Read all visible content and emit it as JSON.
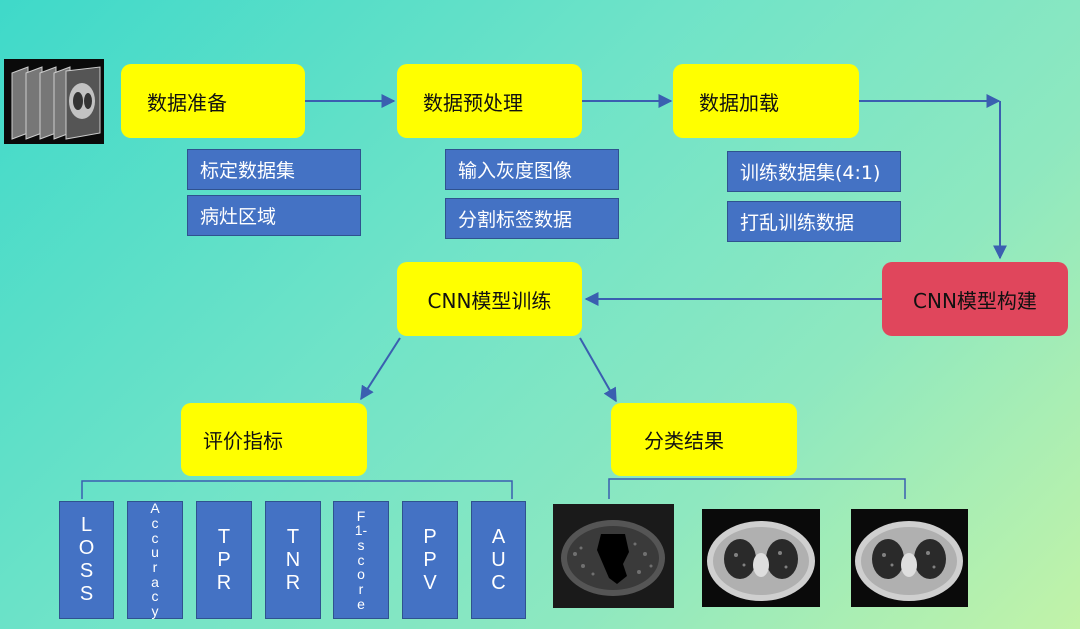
{
  "nodes": {
    "data_prep": "数据准备",
    "preprocess": "数据预处理",
    "loading": "数据加载",
    "cnn_build": "CNN模型构建",
    "cnn_train": "CNN模型训练",
    "eval_metrics": "评价指标",
    "class_results": "分类结果"
  },
  "sub_boxes": {
    "prep": [
      "标定数据集",
      "病灶区域"
    ],
    "preprocess": [
      "输入灰度图像",
      "分割标签数据"
    ],
    "loading": [
      "训练数据集(4:1)",
      "打乱训练数据"
    ]
  },
  "metrics": [
    {
      "label": "LOSS",
      "chars": [
        "L",
        "O",
        "S",
        "S"
      ],
      "size": 20
    },
    {
      "label": "Accuracy",
      "chars": [
        "A",
        "c",
        "c",
        "u",
        "r",
        "a",
        "c",
        "y"
      ],
      "size": 14
    },
    {
      "label": "TPR",
      "chars": [
        "T",
        "P",
        "R"
      ],
      "size": 20
    },
    {
      "label": "TNR",
      "chars": [
        "T",
        "N",
        "R"
      ],
      "size": 20
    },
    {
      "label": "F1-score",
      "chars": [
        "F",
        "1-",
        "s",
        "c",
        "o",
        "r",
        "e"
      ],
      "size": 14
    },
    {
      "label": "PPV",
      "chars": [
        "P",
        "P",
        "V"
      ],
      "size": 20
    },
    {
      "label": "AUC",
      "chars": [
        "A",
        "U",
        "C"
      ],
      "size": 20
    }
  ],
  "colors": {
    "yellow": "#ffff00",
    "red": "#e0465c",
    "blue": "#4472c4",
    "arrow": "#3a5fb0"
  }
}
